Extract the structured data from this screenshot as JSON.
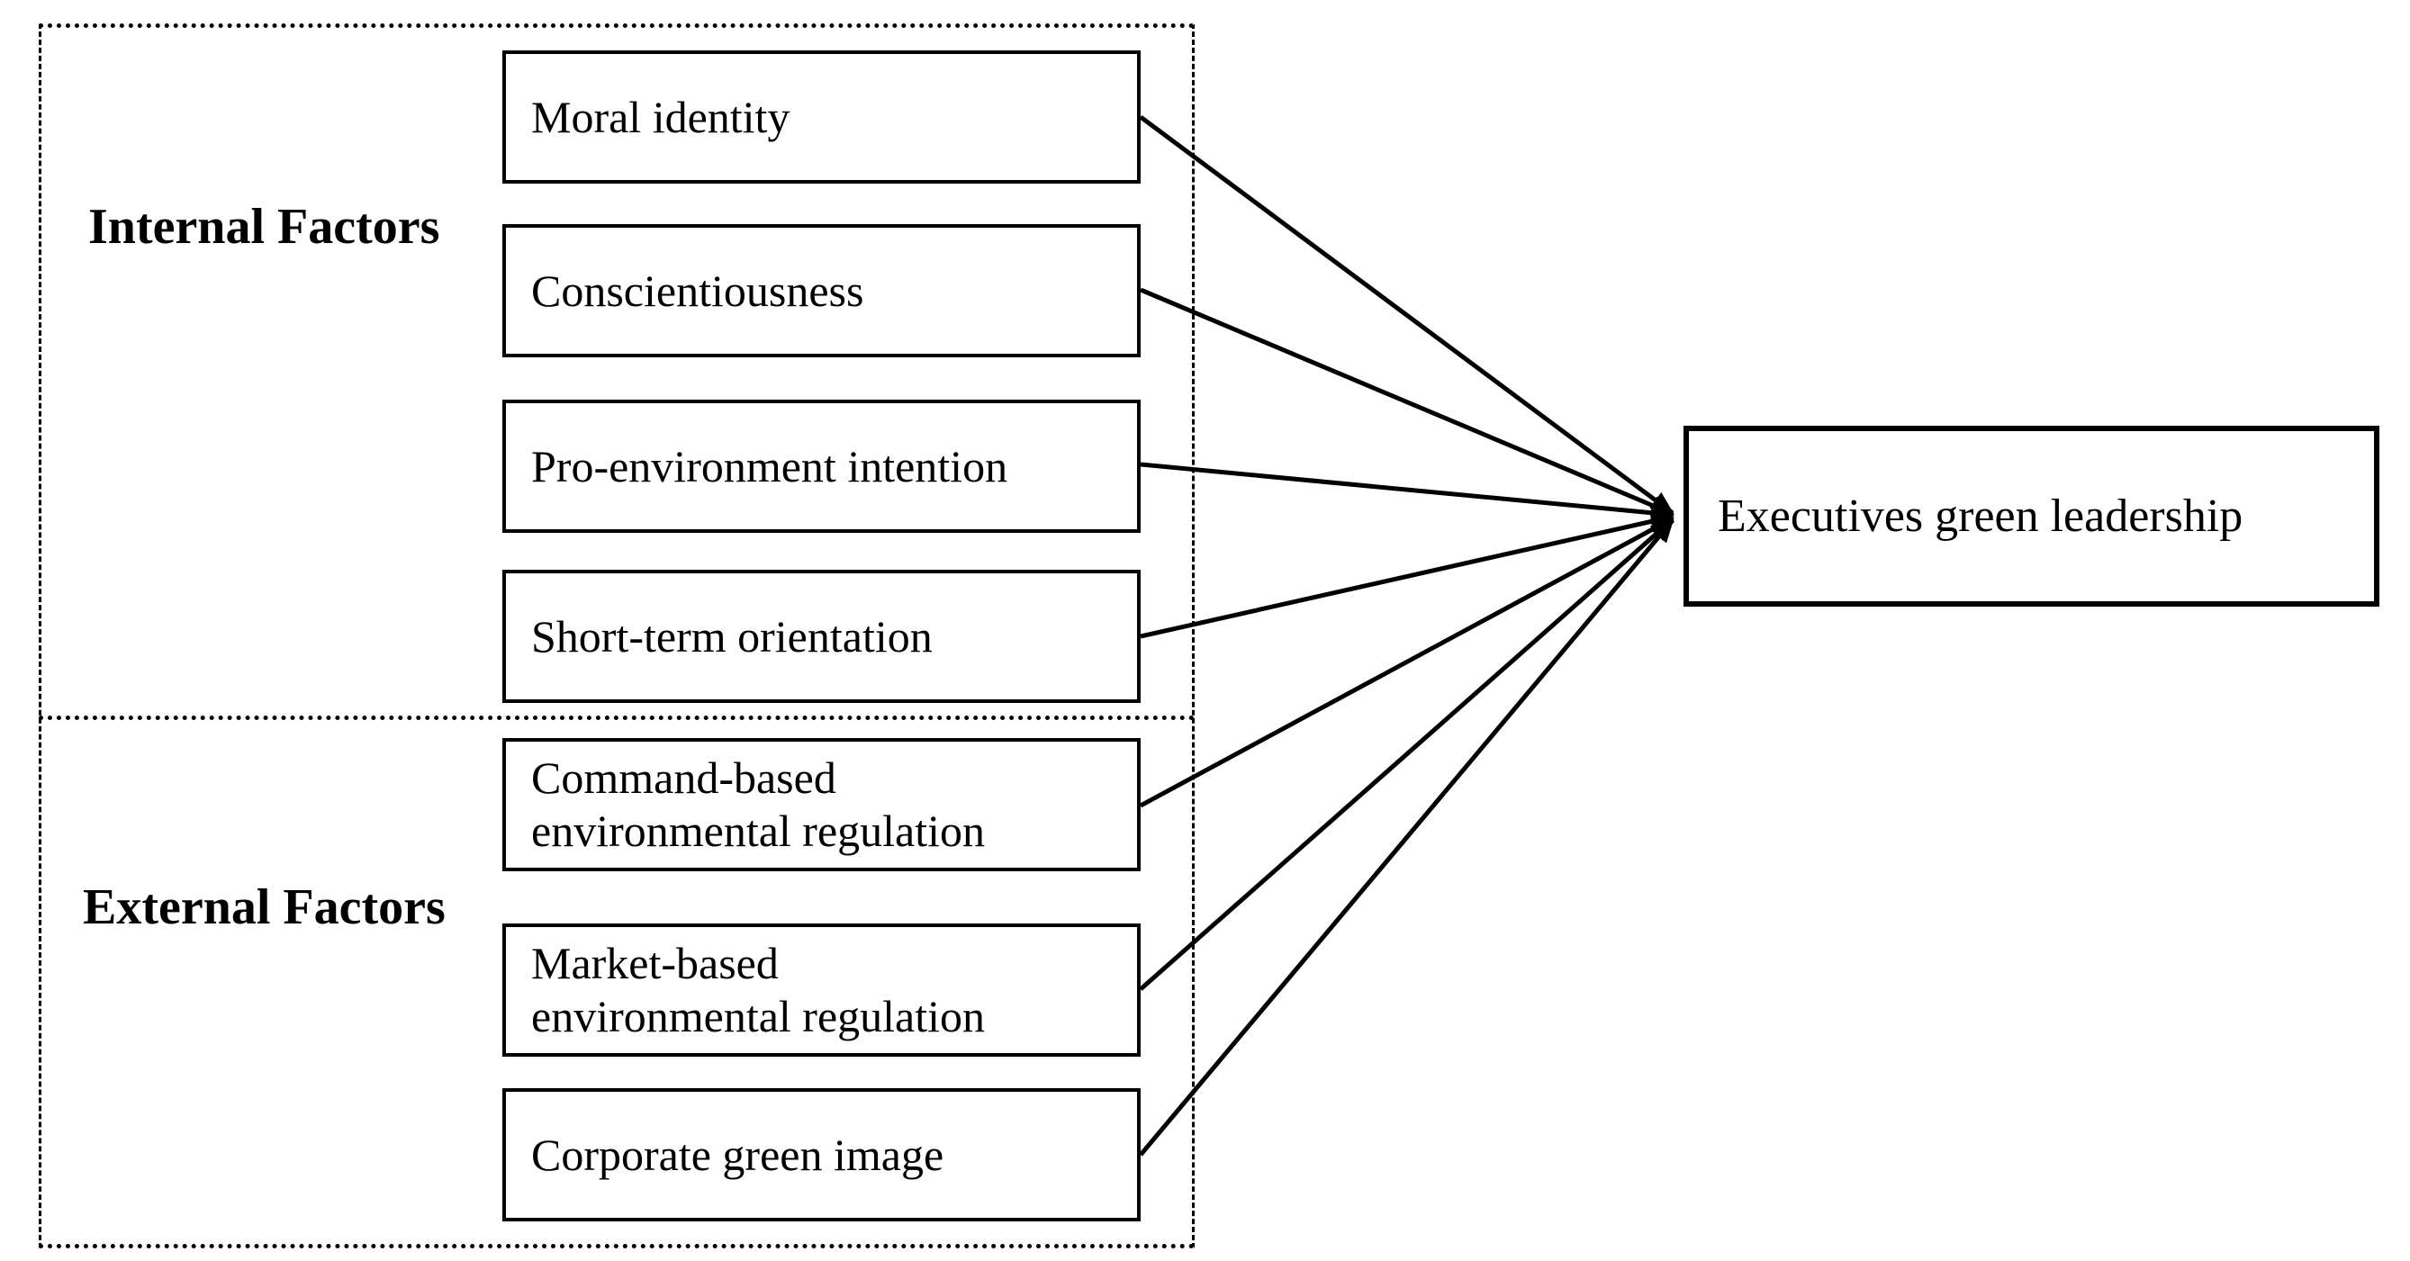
{
  "groups": {
    "internal": {
      "label": "Internal Factors",
      "factors": [
        {
          "label": "Moral identity"
        },
        {
          "label": "Conscientiousness"
        },
        {
          "label": "Pro-environment intention"
        },
        {
          "label": "Short-term orientation"
        }
      ]
    },
    "external": {
      "label": "External Factors",
      "factors": [
        {
          "label": "Command-based\nenvironmental regulation"
        },
        {
          "label": "Market-based\nenvironmental regulation"
        },
        {
          "label": "Corporate green image"
        }
      ]
    }
  },
  "outcome": {
    "label": "Executives green leadership"
  },
  "style": {
    "line_color": "#000000",
    "text_color": "#000000",
    "background": "#ffffff"
  }
}
